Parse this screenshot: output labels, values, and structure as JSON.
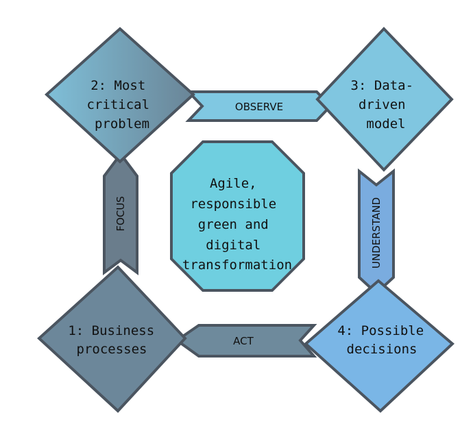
{
  "center": {
    "lines": [
      "Agile,",
      "responsible",
      "green and",
      "digital",
      "transformation"
    ]
  },
  "nodes": [
    {
      "id": "1",
      "lines": [
        "1: Business",
        "processes"
      ],
      "color": "#6c879a"
    },
    {
      "id": "2",
      "lines": [
        "2: Most",
        "critical",
        "problem"
      ],
      "color": "#7aa9bf"
    },
    {
      "id": "3",
      "lines": [
        "3: Data-",
        "driven",
        "model"
      ],
      "color": "#80c6e0"
    },
    {
      "id": "4",
      "lines": [
        "4: Possible",
        "decisions"
      ],
      "color": "#7ab6e6"
    }
  ],
  "arrows": {
    "observe": {
      "label": "OBSERVE",
      "color": "#80c8e2"
    },
    "understand": {
      "label": "UNDERSTAND",
      "color": "#7aacdf"
    },
    "act": {
      "label": "ACT",
      "color": "#6e8a9c"
    },
    "focus": {
      "label": "FOCUS",
      "color": "#6a7d8c"
    }
  },
  "colors": {
    "center": "#6fcfe0",
    "stroke": "#4b5560"
  }
}
